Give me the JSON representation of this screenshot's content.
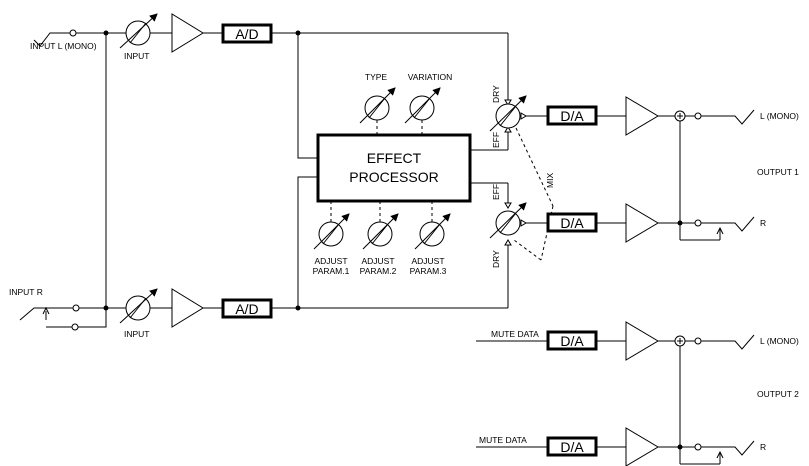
{
  "inputs": {
    "left_label": "INPUT L (MONO)",
    "right_label": "INPUT R",
    "knob_label": "INPUT"
  },
  "converters": {
    "ad_label": "A/D",
    "da_label": "D/A"
  },
  "processor": {
    "line1": "EFFECT",
    "line2": "PROCESSOR",
    "type_label": "TYPE",
    "variation_label": "VARIATION",
    "adjust_word": "ADJUST",
    "param1": "PARAM.1",
    "param2": "PARAM.2",
    "param3": "PARAM.3"
  },
  "mixer": {
    "dry_label": "DRY",
    "eff_label": "EFF",
    "mix_label": "MIX"
  },
  "outputs": {
    "l_mono_label": "L (MONO)",
    "r_label": "R",
    "output1_label": "OUTPUT 1",
    "output2_label": "OUTPUT 2",
    "mute_data_label": "MUTE DATA"
  }
}
